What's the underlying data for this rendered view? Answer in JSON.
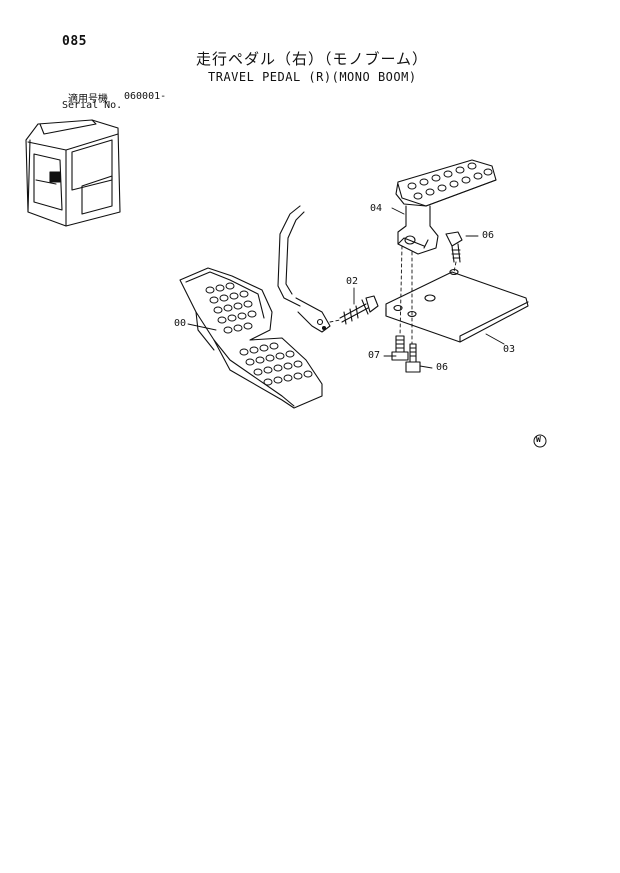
{
  "page": {
    "number": "085",
    "title_jp": "走行ペダル（右）（モノブーム）",
    "title_en": "TRAVEL PEDAL (R)(MONO BOOM)",
    "serial_label_jp": "適用号機",
    "serial_number": "060001-",
    "serial_label_en": "Serial No.",
    "mark": "W"
  },
  "callouts": [
    {
      "id": "00",
      "label": "00"
    },
    {
      "id": "02",
      "label": "02"
    },
    {
      "id": "03",
      "label": "03"
    },
    {
      "id": "04",
      "label": "04"
    },
    {
      "id": "06a",
      "label": "06"
    },
    {
      "id": "06b",
      "label": "06"
    },
    {
      "id": "07",
      "label": "07"
    }
  ]
}
